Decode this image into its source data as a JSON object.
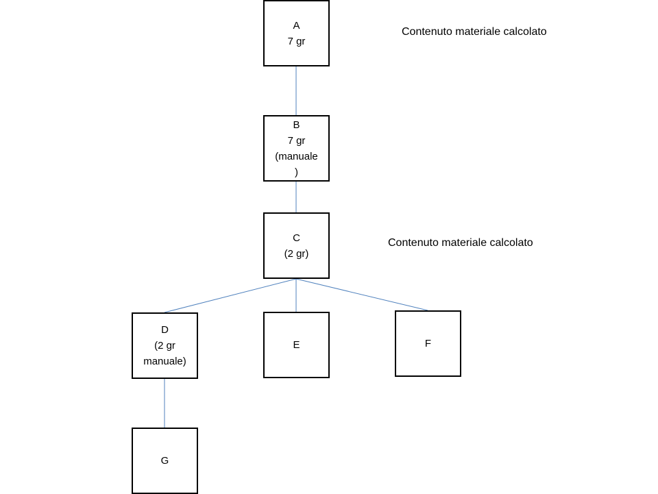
{
  "nodes": {
    "A": [
      "A",
      "7 gr"
    ],
    "B": [
      "B",
      "7 gr",
      "(manuale",
      ")"
    ],
    "C": [
      "C",
      "(2 gr)"
    ],
    "D": [
      "D",
      "(2 gr",
      "manuale)"
    ],
    "E": [
      "E"
    ],
    "F": [
      "F"
    ],
    "G": [
      "G"
    ]
  },
  "notes": {
    "top": "Contenuto materiale calcolato",
    "middle": "Contenuto materiale calcolato"
  },
  "edges": [
    [
      "A",
      "B"
    ],
    [
      "B",
      "C"
    ],
    [
      "C",
      "D"
    ],
    [
      "C",
      "E"
    ],
    [
      "C",
      "F"
    ],
    [
      "D",
      "G"
    ]
  ],
  "colors": {
    "edge": "#4f81bd",
    "box_border": "#000000"
  }
}
